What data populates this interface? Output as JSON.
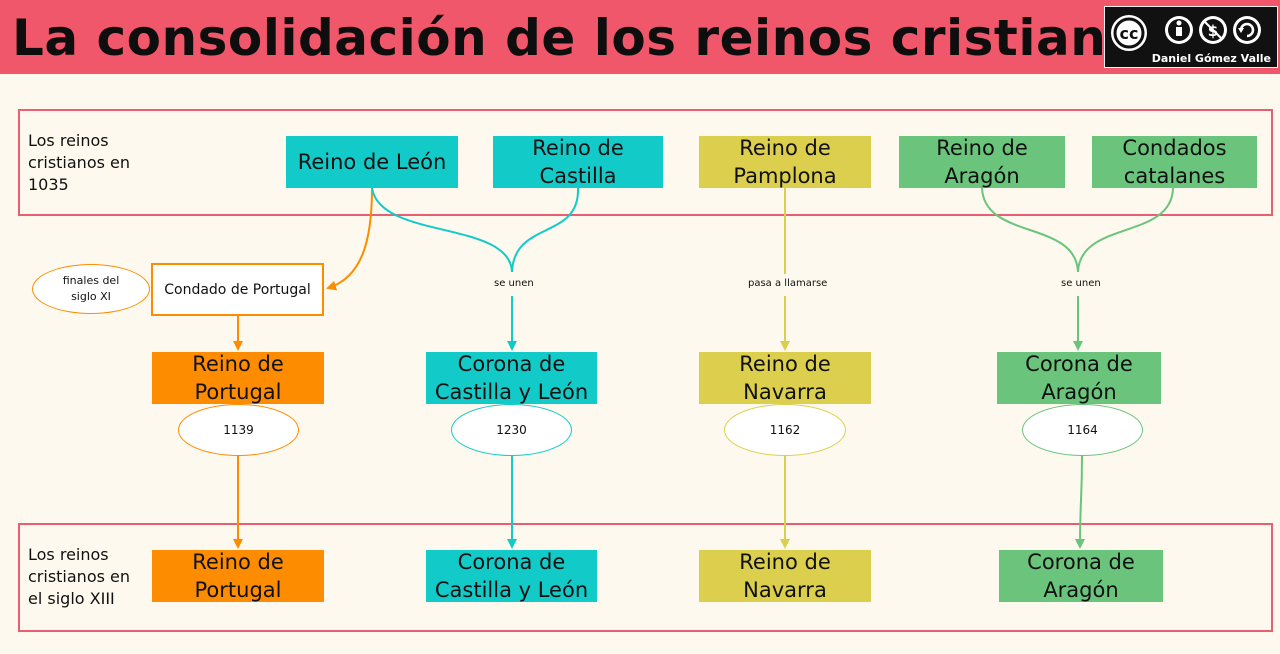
{
  "title": "La consolidación de los reinos cristianos",
  "license": {
    "credit": "Daniel Gómez Valle",
    "icons": [
      "cc-icon",
      "by-icon",
      "nc-icon",
      "sa-icon"
    ],
    "cc_text": "cc"
  },
  "sections": {
    "top_label": "Los reinos\ncristianos en\n1035",
    "bottom_label": "Los reinos\ncristianos en\nel siglo XIII"
  },
  "colors": {
    "frame": "#e8606f",
    "teal": "#12cbc9",
    "yellow": "#dccf4d",
    "green": "#6bc47b",
    "orange": "#fd8c00"
  },
  "top_nodes": {
    "leon": "Reino de León",
    "castilla": "Reino de\nCastilla",
    "pamplona": "Reino de\nPamplona",
    "aragon": "Reino de\nAragón",
    "catalanes": "Condados\ncatalanes"
  },
  "condado": {
    "label": "Condado de Portugal",
    "note": "finales del\nsiglo XI"
  },
  "edge_labels": {
    "castilla_leon": "se unen",
    "navarra": "pasa a llamarse",
    "aragon": "se unen"
  },
  "mid_nodes": {
    "portugal": "Reino de\nPortugal",
    "castilla_leon": "Corona de\nCastilla y León",
    "navarra": "Reino de\nNavarra",
    "aragon": "Corona de\nAragón"
  },
  "years": {
    "portugal": "1139",
    "castilla_leon": "1230",
    "navarra": "1162",
    "aragon": "1164"
  },
  "bottom_nodes": {
    "portugal": "Reino de\nPortugal",
    "castilla_leon": "Corona de\nCastilla y León",
    "navarra": "Reino de\nNavarra",
    "aragon": "Corona de\nAragón"
  }
}
